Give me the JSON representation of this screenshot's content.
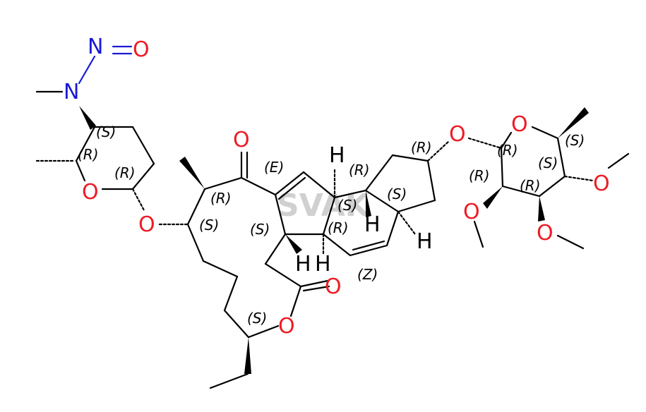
{
  "atoms": {
    "o": "O",
    "n": "N",
    "h": "H"
  },
  "stereo": {
    "r": "(R)",
    "s": "(S)",
    "e": "(E)",
    "z": "(Z)"
  },
  "watermark": "SVAK",
  "colors": {
    "oxygen": "#ee1c25",
    "nitrogen": "#1a1ad6",
    "bond": "#000000"
  }
}
